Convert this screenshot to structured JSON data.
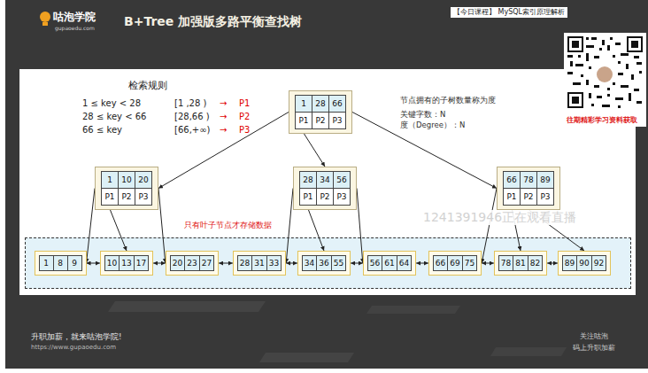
{
  "diagram": {
    "title": "B+Tree 加强版多路平衡查找树",
    "nodes": [
      {
        "text": [
          "1",
          "28",
          "66",
          "P1",
          "P2",
          "P3"
        ]
      },
      {
        "text": [
          "1",
          "10",
          "20",
          "P1",
          "P2",
          "P3"
        ]
      },
      {
        "text": [
          "28",
          "34",
          "56",
          "P1",
          "P2",
          "P3"
        ]
      },
      {
        "text": [
          "66",
          "78",
          "89",
          "P1",
          "P2",
          "P3"
        ]
      },
      {
        "text": [
          "只有叶子节点才存储数据"
        ]
      },
      {
        "text": [
          "1",
          "8",
          "9"
        ],
        "in": 4
      },
      {
        "text": [
          "10",
          "13",
          "17"
        ],
        "in": 4
      },
      {
        "text": [
          "20",
          "23",
          "27"
        ],
        "in": 4
      },
      {
        "text": [
          "28",
          "31",
          "33"
        ],
        "in": 4
      },
      {
        "text": [
          "34",
          "36",
          "55"
        ],
        "in": 4
      },
      {
        "text": [
          "56",
          "61",
          "64"
        ],
        "in": 4
      },
      {
        "text": [
          "66",
          "69",
          "75"
        ],
        "in": 4
      },
      {
        "text": [
          "78",
          "81",
          "82"
        ],
        "in": 4
      },
      {
        "text": [
          "89",
          "90",
          "92"
        ],
        "in": 4
      }
    ],
    "edges": [
      {
        "from": 0,
        "to": 1,
        "arrow": "to"
      },
      {
        "from": 0,
        "to": 2,
        "arrow": "to"
      },
      {
        "from": 0,
        "to": 3,
        "arrow": "to"
      },
      {
        "from": 1,
        "to": 5,
        "arrow": "to"
      },
      {
        "from": 1,
        "to": 6,
        "arrow": "to"
      },
      {
        "from": 1,
        "to": 7,
        "arrow": "to"
      },
      {
        "from": 2,
        "to": 8,
        "arrow": "to"
      },
      {
        "from": 2,
        "to": 9,
        "arrow": "to"
      },
      {
        "from": 2,
        "to": 10,
        "arrow": "to"
      },
      {
        "from": 3,
        "to": 11,
        "arrow": "to"
      },
      {
        "from": 3,
        "to": 12,
        "arrow": "to"
      },
      {
        "from": 3,
        "to": 13,
        "arrow": "to"
      },
      {
        "from": 5,
        "to": 6,
        "arrow": "both"
      },
      {
        "from": 6,
        "to": 7,
        "arrow": "both"
      },
      {
        "from": 7,
        "to": 8,
        "arrow": "both"
      },
      {
        "from": 8,
        "to": 9,
        "arrow": "both"
      },
      {
        "from": 9,
        "to": 10,
        "arrow": "both"
      },
      {
        "from": 10,
        "to": 11,
        "arrow": "both"
      },
      {
        "from": 11,
        "to": 12,
        "arrow": "both"
      },
      {
        "from": 12,
        "to": 13,
        "arrow": "both"
      }
    ],
    "labels": [
      "咕泡学院",
      "gupaoedu.com",
      "【今日课程】 MySQL索引原理解析",
      "往期精彩学习资料获取",
      "检索规则",
      "1 ≤ key < 28",
      "[1 ,28 )",
      "→",
      "P1",
      "28 ≤ key < 66",
      "[28,66 )",
      "→",
      "P2",
      "66 ≤ key",
      "[66,+∞)",
      "→",
      "P3",
      "节点拥有的子树数量称为度",
      "关键字数：N",
      "度（Degree）：N",
      "1241391946正在观看直播",
      "升职加薪，就来咕泡学院!",
      "https://www.gupaoedu.com",
      "关注咕泡",
      "码上升职加薪"
    ]
  }
}
